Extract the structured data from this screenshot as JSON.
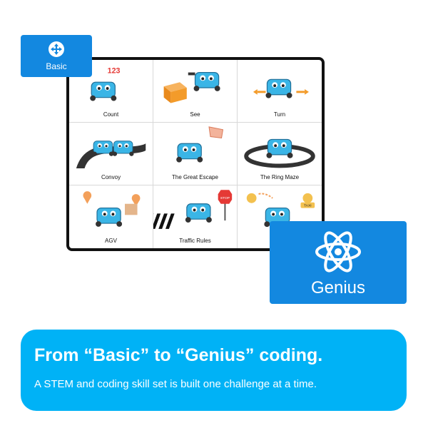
{
  "badges": {
    "basic": {
      "label": "Basic",
      "icon": "move-arrows-icon"
    },
    "genius": {
      "label": "Genius",
      "icon": "atom-icon"
    }
  },
  "grid": {
    "cells": [
      {
        "label": "Count",
        "icon": "robot-counting-icon",
        "extra": "123"
      },
      {
        "label": "See",
        "icon": "robot-box-icon"
      },
      {
        "label": "Turn",
        "icon": "robot-turn-icon"
      },
      {
        "label": "Convoy",
        "icon": "robot-convoy-icon"
      },
      {
        "label": "The Great Escape",
        "icon": "robot-escape-icon"
      },
      {
        "label": "The Ring Maze",
        "icon": "robot-ring-maze-icon"
      },
      {
        "label": "AGV",
        "icon": "robot-agv-icon"
      },
      {
        "label": "Traffic Rules",
        "icon": "robot-traffic-icon",
        "extra": "STOP"
      },
      {
        "label": "Taxi",
        "icon": "robot-taxi-icon",
        "extra": "TAXI"
      }
    ]
  },
  "banner": {
    "title": "From “Basic” to “Genius” coding.",
    "subtitle": "A STEM and coding skill set is built one challenge at a time."
  },
  "colors": {
    "badge": "#1388e0",
    "banner": "#00b2f6",
    "robot": "#3ab5e6"
  }
}
